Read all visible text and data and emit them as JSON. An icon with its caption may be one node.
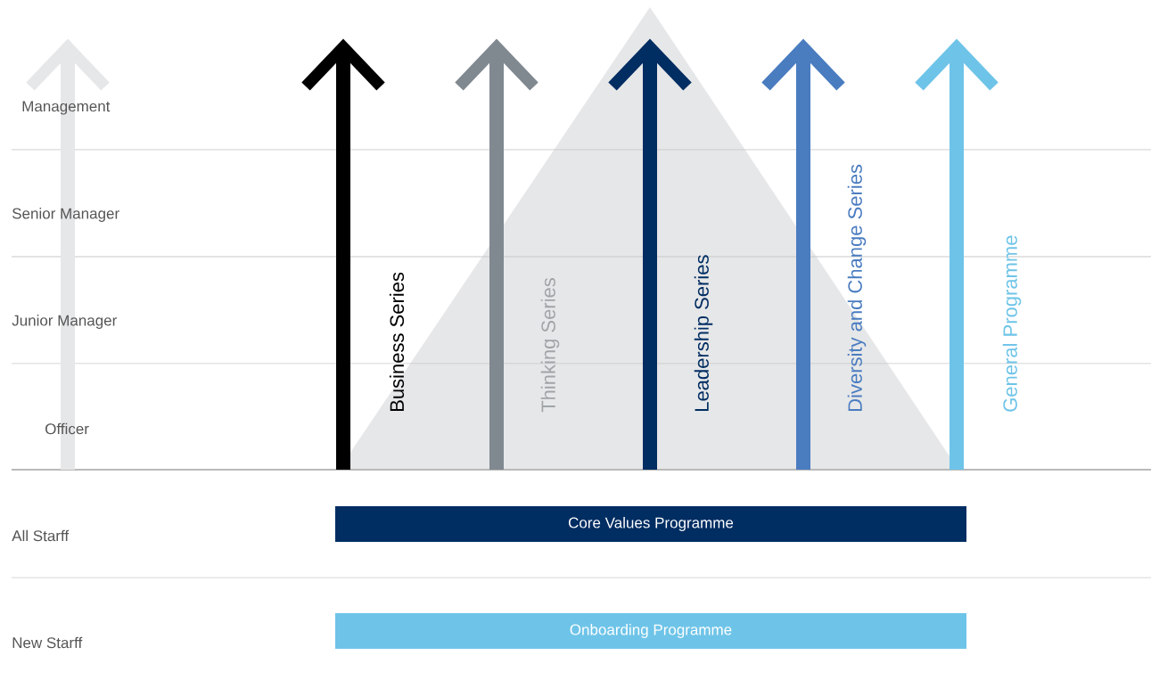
{
  "diagram": {
    "nodes": [
      {
        "text": [
          "Core Values Programme"
        ]
      },
      {
        "text": [
          "Onboarding Programme"
        ]
      }
    ],
    "labels": [
      "Management",
      "Senior Manager",
      "Junior Manager",
      "Officer",
      "Business Series",
      "Thinking Series",
      "Leadership Series",
      "Diversity and Change Series",
      "General Programme",
      "All Starff",
      "New Starff"
    ]
  }
}
